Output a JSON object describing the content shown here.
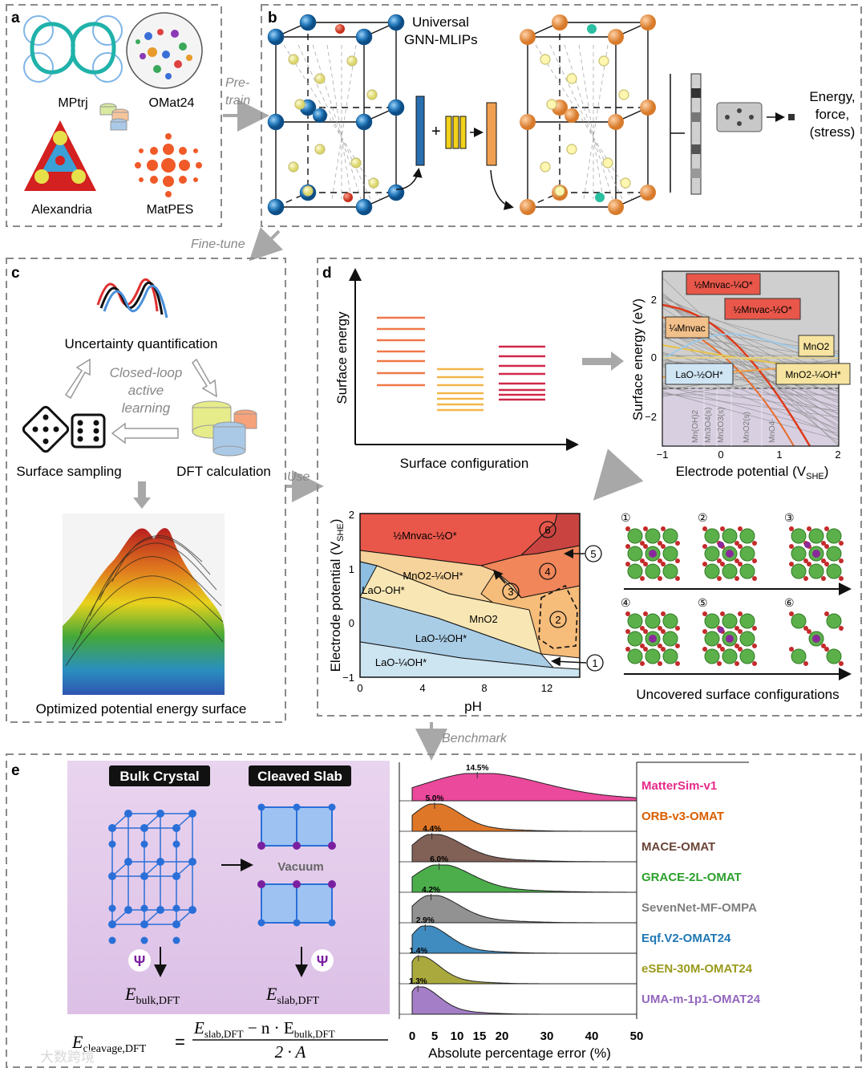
{
  "panel_letters": {
    "a": "a",
    "b": "b",
    "c": "c",
    "d": "d",
    "e": "e"
  },
  "panel_a": {
    "datasets": [
      "MPtrj",
      "OMat24",
      "Alexandria",
      "MatPES"
    ]
  },
  "arrows": {
    "pretrain_1": "Pre-",
    "pretrain_2": "train",
    "finetune": "Fine-tune",
    "use": "Use",
    "benchmark": "Benchmark"
  },
  "panel_b": {
    "title_1": "Universal",
    "title_2": "GNN-MLIPs",
    "output_1": "Energy,",
    "output_2": "force,",
    "output_3": "(stress)",
    "plus": "+"
  },
  "panel_c": {
    "uq": "Uncertainty  quantification",
    "loop_1": "Closed-loop",
    "loop_2": "active",
    "loop_3": "learning",
    "sampling": "Surface sampling",
    "dft": "DFT calculation",
    "pes": "Optimized  potential  energy surface"
  },
  "panel_d": {
    "schematic": {
      "ylabel": "Surface energy",
      "xlabel": "Surface configuration"
    },
    "surface_plot": {
      "ylabel": "Surface energy (eV)",
      "xlabel": "Electrode potential (V",
      "xlabel_sub": "SHE",
      "xlabel_close": ")",
      "xticks": [
        "−1",
        "0",
        "1",
        "2"
      ],
      "yticks": [
        "2",
        "0",
        "−2"
      ],
      "labels": [
        "½Mnvac-¼O*",
        "½Mnvac-½O*",
        "¼Mnvac",
        "MnO2",
        "LaO-½OH*",
        "MnO2-¼OH*"
      ],
      "vlabels": [
        "Mn(OH)2",
        "Mn3O4(s)",
        "Mn2O3(s)",
        "MnO2(s)",
        "MnO4-"
      ]
    },
    "pourbaix": {
      "ylabel": "Electrode  potential  (V",
      "ylabel_sub": "SHE",
      "ylabel_close": ")",
      "xlabel": "pH",
      "xticks": [
        "0",
        "4",
        "8",
        "12"
      ],
      "yticks": [
        "2",
        "1",
        "0",
        "−1"
      ],
      "regions": [
        "½Mnvac-½O*",
        "MnO2-¼OH*",
        "LaO-OH*",
        "MnO2",
        "LaO-½OH*",
        "LaO-¼OH*"
      ],
      "circled": [
        "1",
        "2",
        "3",
        "4",
        "5",
        "6"
      ]
    },
    "configs_caption": "Uncovered  surface configurations",
    "config_numbers": [
      "①",
      "②",
      "③",
      "④",
      "⑤",
      "⑥"
    ]
  },
  "panel_e": {
    "bulk": "Bulk Crystal",
    "slab": "Cleaved Slab",
    "vacuum": "Vacuum",
    "psi": "Ψ",
    "e_bulk": "E",
    "e_bulk_sub": "bulk,DFT",
    "e_slab": "E",
    "e_slab_sub": "slab,DFT",
    "formula_lhs": "E",
    "formula_lhs_sub": "cleavage,DFT",
    "formula_eq": "=",
    "formula_num": "E",
    "formula_num_sub1": "slab,DFT",
    "formula_num_mid": " − n · E",
    "formula_num_sub2": "bulk,DFT",
    "formula_den": "2 · A"
  },
  "chart_data": {
    "type": "area",
    "xlabel": "Absolute percentage error (%)",
    "xticks": [
      "0",
      "5",
      "10",
      "15",
      "20",
      "30",
      "40",
      "50"
    ],
    "xlim": [
      0,
      50
    ],
    "series": [
      {
        "name": "MatterSim-v1",
        "peak": 14.5,
        "peak_label": "14.5%",
        "spread": 14,
        "color": "#e7298a"
      },
      {
        "name": "ORB-v3-OMAT",
        "peak": 5.0,
        "peak_label": "5.0%",
        "spread": 5.5,
        "color": "#d95f02"
      },
      {
        "name": "MACE-OMAT",
        "peak": 4.4,
        "peak_label": "4.4%",
        "spread": 6.5,
        "color": "#6b4437"
      },
      {
        "name": "GRACE-2L-OMAT",
        "peak": 6.0,
        "peak_label": "6.0%",
        "spread": 7,
        "color": "#2ca02c"
      },
      {
        "name": "SevenNet-MF-OMPA",
        "peak": 4.2,
        "peak_label": "4.2%",
        "spread": 6,
        "color": "#7f7f7f"
      },
      {
        "name": "Eqf.V2-OMAT24",
        "peak": 2.9,
        "peak_label": "2.9%",
        "spread": 5,
        "color": "#1f77b4"
      },
      {
        "name": "eSEN-30M-OMAT24",
        "peak": 1.4,
        "peak_label": "1.4%",
        "spread": 4.5,
        "color": "#9a9a1c"
      },
      {
        "name": "UMA-m-1p1-OMAT24",
        "peak": 1.3,
        "peak_label": "1.3%",
        "spread": 4.5,
        "color": "#9467bd"
      }
    ]
  },
  "watermark": "大数跨境"
}
